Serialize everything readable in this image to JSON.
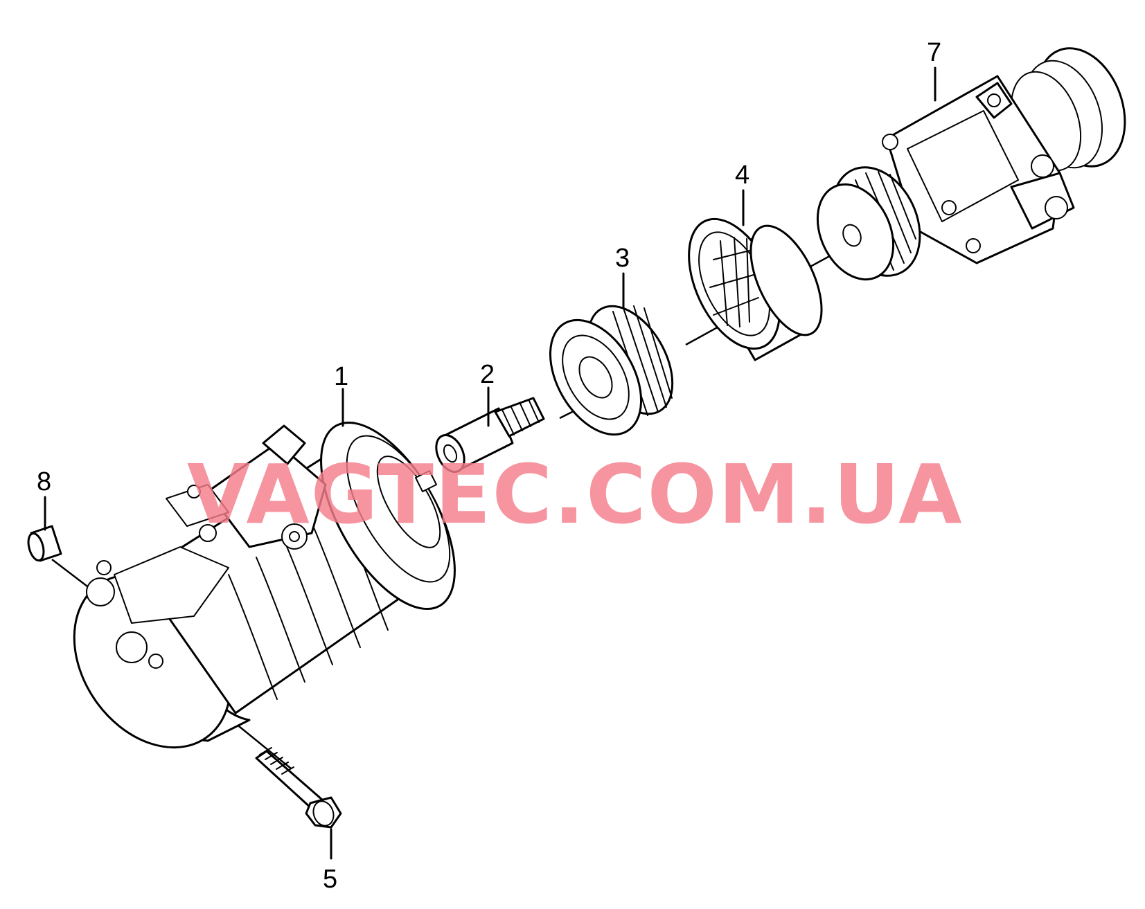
{
  "diagram": {
    "callouts": {
      "c1": "1",
      "c2": "2",
      "c3": "3",
      "c4": "4",
      "c5": "5",
      "c7": "7",
      "c8": "8"
    },
    "watermark": "VAGTEC.COM.UA",
    "colors": {
      "line": "#000000",
      "background": "#ffffff",
      "watermark": "#f47c8a"
    }
  }
}
